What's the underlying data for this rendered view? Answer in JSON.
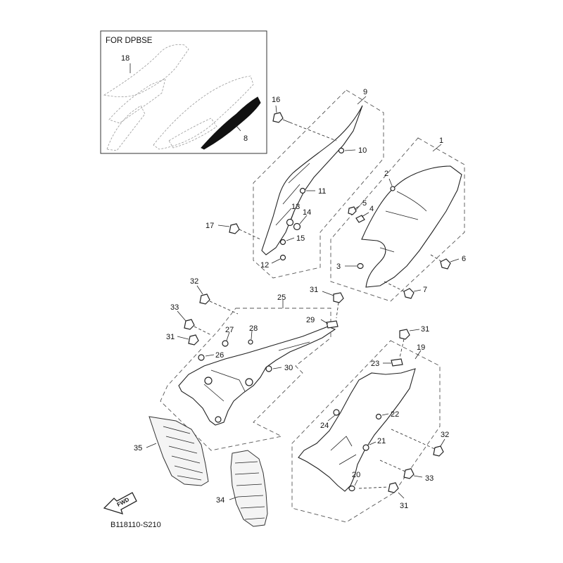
{
  "inset": {
    "title": "FOR DPBSE",
    "labels": [
      "18",
      "8"
    ]
  },
  "callouts": {
    "c1": "1",
    "c2": "2",
    "c3": "3",
    "c4": "4",
    "c5": "5",
    "c6": "6",
    "c7": "7",
    "c9": "9",
    "c10": "10",
    "c11": "11",
    "c12": "12",
    "c13": "13",
    "c14": "14",
    "c15": "15",
    "c16": "16",
    "c17": "17",
    "c19": "19",
    "c20": "20",
    "c21": "21",
    "c22": "22",
    "c23": "23",
    "c24": "24",
    "c25": "25",
    "c26": "26",
    "c27": "27",
    "c28": "28",
    "c29": "29",
    "c30": "30",
    "c31a": "31",
    "c31b": "31",
    "c31c": "31",
    "c31d": "31",
    "c32a": "32",
    "c32b": "32",
    "c33a": "33",
    "c33b": "33",
    "c34": "34",
    "c35": "35"
  },
  "direction_arrow": {
    "label": "FWD",
    "icon": "arrow-forward-icon"
  },
  "diagram_code": "B118110-S210"
}
